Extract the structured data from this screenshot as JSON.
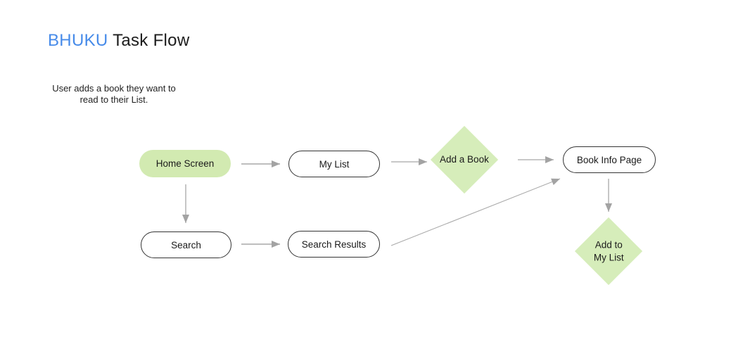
{
  "title": {
    "brand": "BHUKU",
    "suffix": "Task Flow"
  },
  "description": {
    "line1": "User adds a book they want to",
    "line2": "read to their List."
  },
  "colors": {
    "brand_blue": "#478be9",
    "node_green": "#d4ecb6",
    "node_border": "#343434",
    "arrow_gray": "#a8a8a8",
    "background": "#ffffff"
  },
  "nodes": {
    "home_screen": {
      "label": "Home Screen",
      "shape": "pill",
      "fill": "green"
    },
    "my_list": {
      "label": "My List",
      "shape": "pill",
      "fill": "white"
    },
    "add_a_book": {
      "label": "Add a Book",
      "shape": "diamond",
      "fill": "green"
    },
    "book_info_page": {
      "label": "Book Info Page",
      "shape": "pill",
      "fill": "white"
    },
    "search": {
      "label": "Search",
      "shape": "pill",
      "fill": "white"
    },
    "search_results": {
      "label": "Search Results",
      "shape": "pill",
      "fill": "white"
    },
    "add_to_my_list": {
      "label": "Add to My List",
      "line1": "Add to",
      "line2": "My List",
      "shape": "diamond",
      "fill": "green"
    }
  },
  "edges": [
    {
      "from": "Home Screen",
      "to": "My List"
    },
    {
      "from": "My List",
      "to": "Add a Book"
    },
    {
      "from": "Add a Book",
      "to": "Book Info Page"
    },
    {
      "from": "Home Screen",
      "to": "Search"
    },
    {
      "from": "Search",
      "to": "Search Results"
    },
    {
      "from": "Search Results",
      "to": "Book Info Page"
    },
    {
      "from": "Book Info Page",
      "to": "Add to My List"
    }
  ]
}
